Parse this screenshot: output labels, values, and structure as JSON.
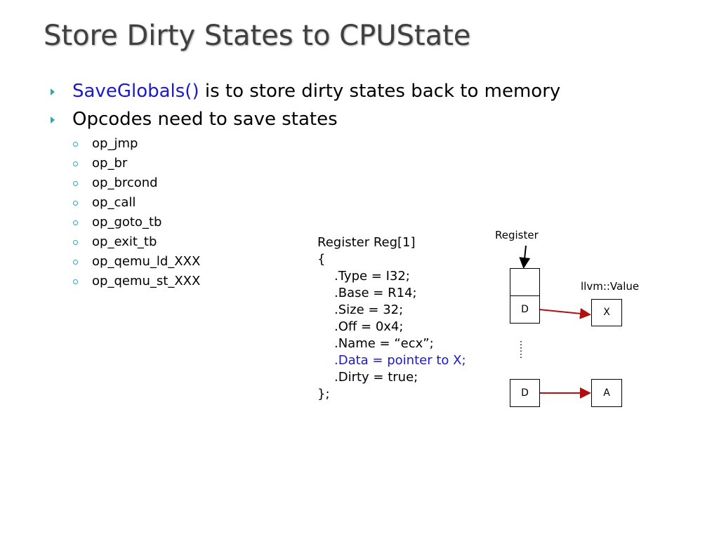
{
  "slide": {
    "title": "Store Dirty States to CPUState"
  },
  "bullets": [
    {
      "highlight": "SaveGlobals()",
      "text": " is to store dirty states back to memory"
    },
    {
      "highlight": "",
      "text": "Opcodes need to save states"
    }
  ],
  "sub_bullets": [
    "op_jmp",
    "op_br",
    "op_brcond",
    "op_call",
    "op_goto_tb",
    "op_exit_tb",
    "op_qemu_ld_XXX",
    "op_qemu_st_XXX"
  ],
  "code": {
    "lines": [
      "Register Reg[1]",
      "{",
      ".Type = I32;",
      ".Base = R14;",
      ".Size = 32;",
      ".Off = 0x4;",
      ".Name = “ecx”;",
      ".Data = pointer to X;",
      ".Dirty = true;",
      "};"
    ]
  },
  "diagram": {
    "register_label": "Register",
    "value_label": "llvm::Value",
    "box_d1": "D",
    "box_d2": "D",
    "box_x": "X",
    "box_a": "A",
    "colors": {
      "arrow": "#b01010",
      "accent": "#3fa0b0",
      "link": "#1a1acc"
    }
  }
}
